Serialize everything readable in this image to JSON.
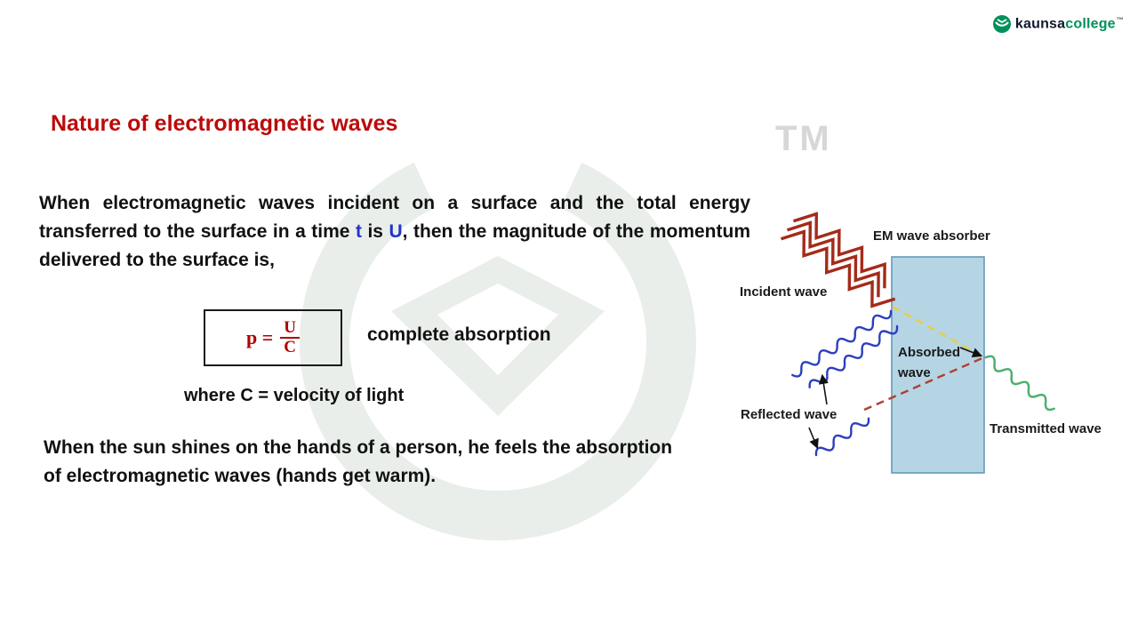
{
  "brand": {
    "name_primary": "kaunsa",
    "name_secondary": "college",
    "trademark_symbol": "™"
  },
  "watermark": {
    "tm": "TM"
  },
  "slide": {
    "title": "Nature of electromagnetic waves",
    "intro_segments": [
      {
        "text": "When electromagnetic waves incident on a surface and the total energy transferred to the surface in a time "
      },
      {
        "text": "t",
        "color": "#2433C8"
      },
      {
        "text": " is "
      },
      {
        "text": "U",
        "color": "#2433C8"
      },
      {
        "text": ", then the magnitude of the momentum delivered to the surface is,"
      }
    ],
    "formula": {
      "lhs": "p =",
      "numerator": "U",
      "denominator": "C"
    },
    "formula_caption": "complete absorption",
    "definition": "where C = velocity of light",
    "closing_line1": "When the sun shines on the hands of a person, he feels the absorption",
    "closing_line2": "of electromagnetic waves (hands get warm)."
  },
  "diagram": {
    "labels": {
      "absorber": "EM wave absorber",
      "incident": "Incident wave",
      "absorbed_line1": "Absorbed",
      "absorbed_line2": "wave",
      "reflected": "Reflected wave",
      "transmitted": "Transmitted wave"
    },
    "colors": {
      "absorber_fill": "#B5D5E4",
      "incident_wave": "#A52A1A",
      "reflected_wave": "#2B3FBF",
      "transmitted_wave": "#4CAF6E",
      "absorbed_dash_yellow": "#E5CE4C",
      "absorbed_dash_red": "#B0402E"
    }
  },
  "colors": {
    "title_red": "#BB0A0A",
    "highlight_blue": "#2433C8",
    "formula_red": "#B00000",
    "brand_green": "#00915A",
    "watermark_gray": "#D7D7D7",
    "text": "#111111"
  }
}
